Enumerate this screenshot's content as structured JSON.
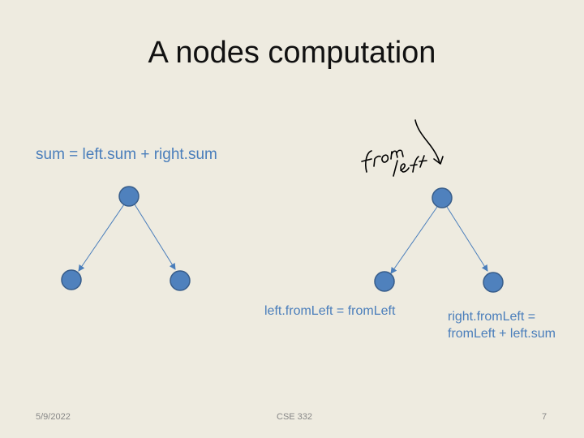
{
  "slide": {
    "title": "A nodes computation",
    "left_formula": "sum = left.sum + right.sum",
    "right_left_child_formula": "left.fromLeft = fromLeft",
    "right_right_child_formula_line1": "right.fromLeft =",
    "right_right_child_formula_line2": "fromLeft + left.sum",
    "annotation_handwritten": "from left"
  },
  "footer": {
    "date": "5/9/2022",
    "course": "CSE 332",
    "page_number": "7"
  },
  "colors": {
    "background": "#eeebe0",
    "node_fill": "#4f81bd",
    "node_stroke": "#385d8a",
    "text_accent": "#4a7ebb"
  }
}
